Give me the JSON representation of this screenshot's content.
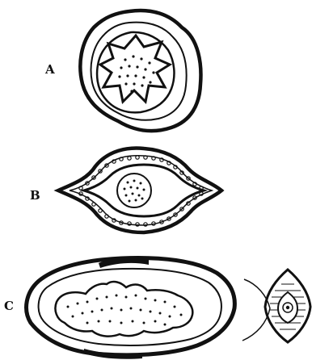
{
  "figure": {
    "labels": {
      "a": "A",
      "b": "B",
      "c": "C"
    },
    "colors": {
      "ink": "#111111",
      "paper": "#ffffff"
    }
  }
}
